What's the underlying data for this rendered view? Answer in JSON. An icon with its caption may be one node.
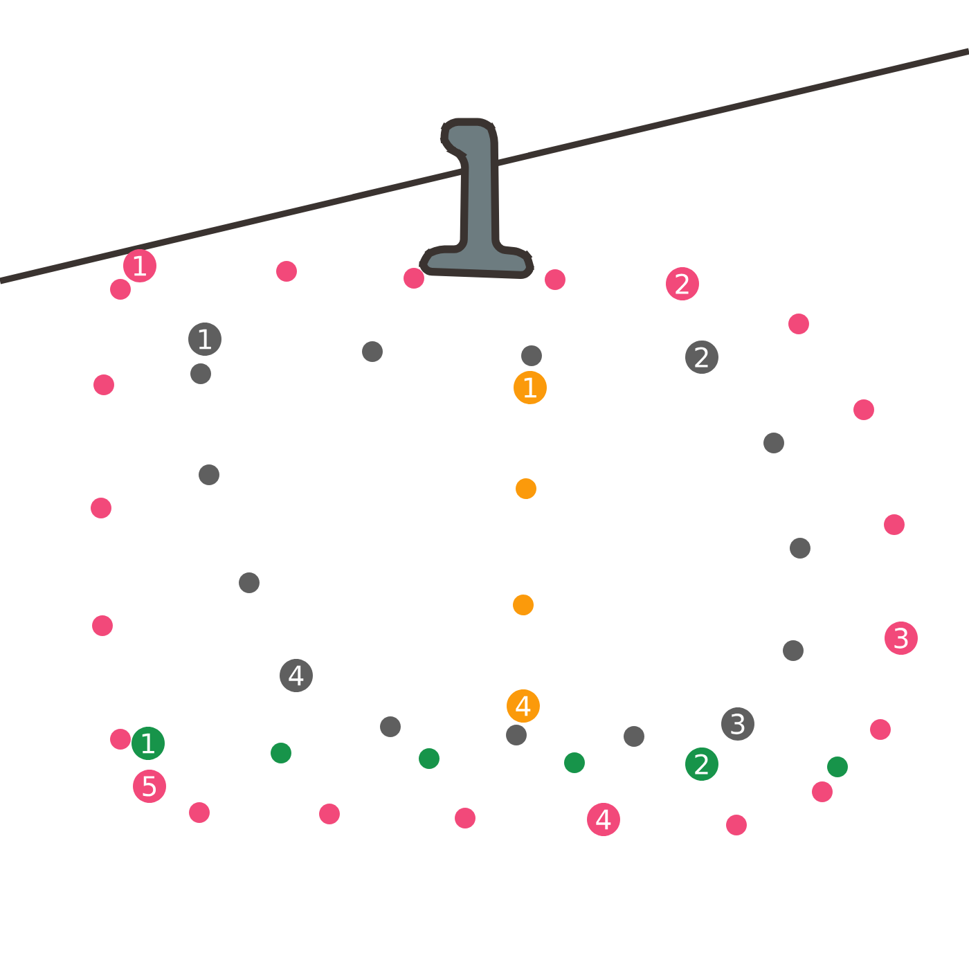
{
  "diagram": {
    "nodes": [
      {
        "text": [
          "1"
        ]
      },
      {
        "text": [
          "2"
        ]
      },
      {
        "text": [
          "1"
        ]
      },
      {
        "text": [
          "2"
        ]
      },
      {
        "text": [
          "1"
        ]
      },
      {
        "text": [
          "3"
        ]
      },
      {
        "text": [
          "4"
        ]
      },
      {
        "text": [
          "4"
        ]
      },
      {
        "text": [
          "3"
        ]
      },
      {
        "text": [
          "1"
        ]
      },
      {
        "text": [
          "2"
        ]
      },
      {
        "text": [
          "5"
        ]
      },
      {
        "text": [
          "4"
        ]
      }
    ]
  }
}
